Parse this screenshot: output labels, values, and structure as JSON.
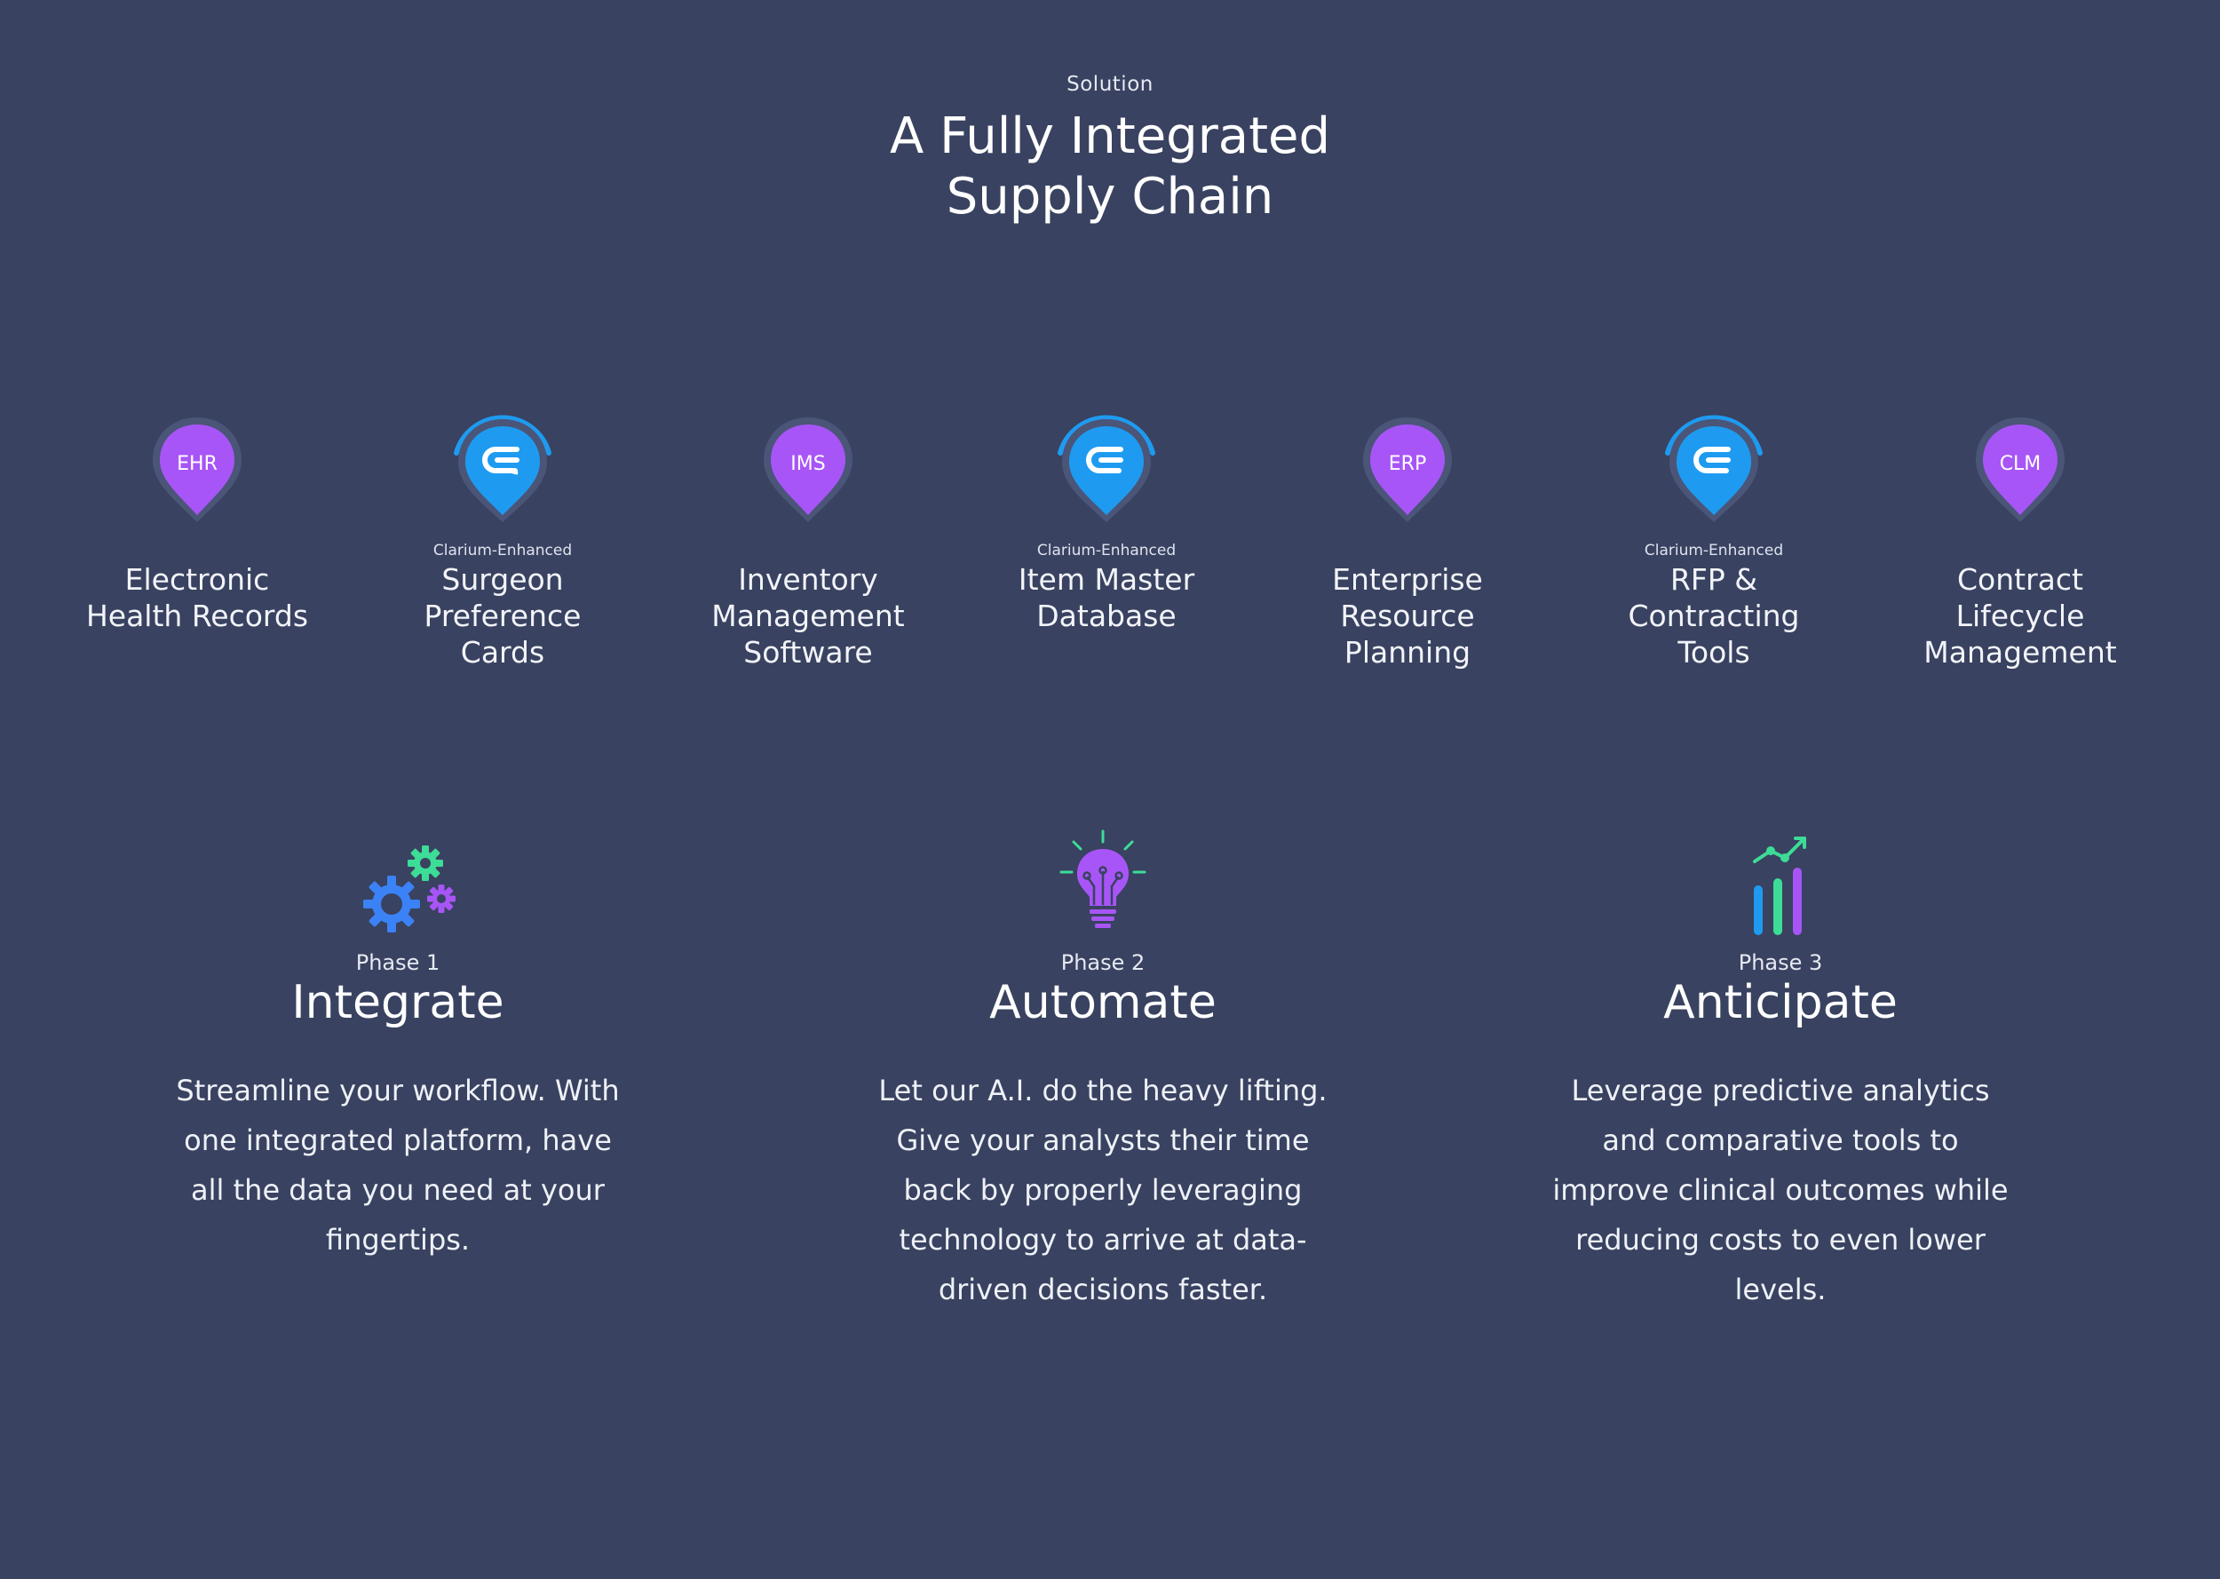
{
  "header": {
    "eyebrow": "Solution",
    "title_line1": "A Fully Integrated",
    "title_line2": "Supply Chain"
  },
  "systems": [
    {
      "badge": "EHR",
      "eyebrow": "",
      "name": "Electronic\nHealth Records"
    },
    {
      "badge": "",
      "eyebrow": "Clarium-Enhanced",
      "name": "Surgeon\nPreference\nCards"
    },
    {
      "badge": "IMS",
      "eyebrow": "",
      "name": "Inventory\nManagement\nSoftware"
    },
    {
      "badge": "",
      "eyebrow": "Clarium-Enhanced",
      "name": "Item Master\nDatabase"
    },
    {
      "badge": "ERP",
      "eyebrow": "",
      "name": "Enterprise\nResource\nPlanning"
    },
    {
      "badge": "",
      "eyebrow": "Clarium-Enhanced",
      "name": "RFP &\nContracting\nTools"
    },
    {
      "badge": "CLM",
      "eyebrow": "",
      "name": "Contract\nLifecycle\nManagement"
    }
  ],
  "icons": {
    "purple_pin": "map-pin-icon",
    "blue_pin": "clarium-logo-icon",
    "phase1": "gears-icon",
    "phase2": "lightbulb-icon",
    "phase3": "bar-chart-growth-icon"
  },
  "colors": {
    "background": "#394260",
    "purple": "#a855f7",
    "blue": "#1e9bf0",
    "green": "#3ddc97"
  },
  "phases": [
    {
      "label": "Phase 1",
      "title": "Integrate",
      "description": "Streamline your workflow. With one integrated platform, have all the data you need at your fingertips."
    },
    {
      "label": "Phase 2",
      "title": "Automate",
      "description": "Let our A.I. do the heavy lifting. Give your analysts their time back by properly leveraging technology to arrive at data-driven decisions faster."
    },
    {
      "label": "Phase 3",
      "title": "Anticipate",
      "description": "Leverage predictive analytics and comparative tools to improve clinical outcomes while reducing costs to even lower levels."
    }
  ]
}
